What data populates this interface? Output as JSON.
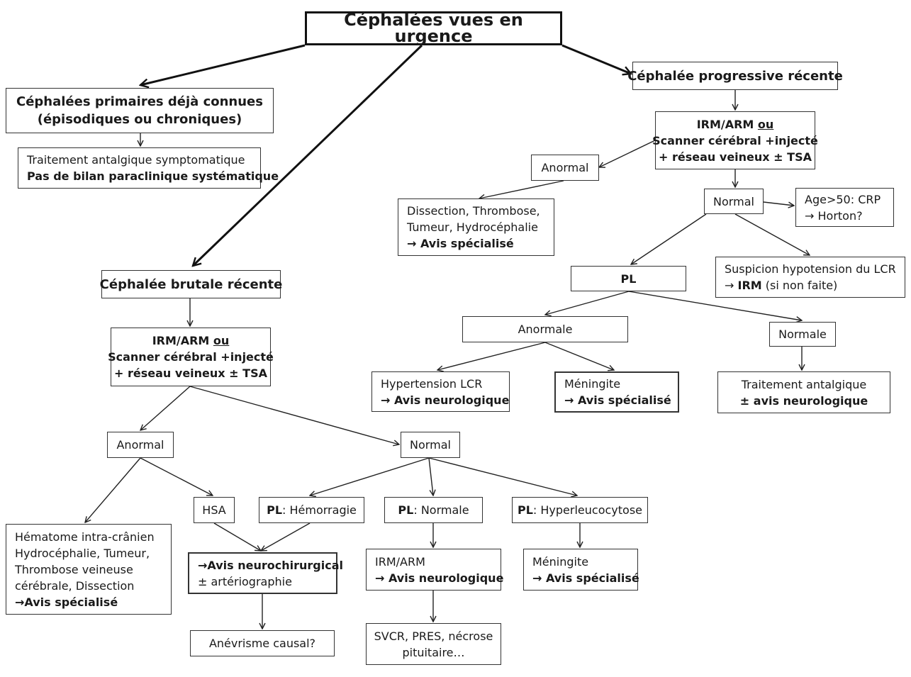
{
  "title": "Céphalées vues en urgence",
  "primaires": {
    "line1": "Céphalées primaires déjà connues",
    "line2": "(épisodiques ou chroniques)"
  },
  "traitement_primaire": {
    "line1": "Traitement antalgique symptomatique",
    "line2": "Pas de bilan paraclinique systématique"
  },
  "progressive": "Céphalée progressive récente",
  "imaging_right": {
    "line1_a": "IRM/ARM ",
    "line1_b": "ou",
    "line2": "Scanner cérébral +injecté",
    "line3": "+ réseau veineux ± TSA"
  },
  "anormal_right": "Anormal",
  "dissection": {
    "line1": "Dissection, Thrombose,",
    "line2": "Tumeur, Hydrocéphalie",
    "line3": "→ Avis spécialisé"
  },
  "normal_right": "Normal",
  "age": {
    "line1": "Age>50: CRP",
    "line2": "→ Horton?"
  },
  "pl_right": "PL",
  "suspicion": {
    "line1": "Suspicion hypotension du LCR",
    "line2_a": "→ ",
    "line2_b": "IRM",
    "line2_c": " (si non faite)"
  },
  "anormale": "Anormale",
  "normale": "Normale",
  "hypertension": {
    "line1": "Hypertension LCR",
    "line2": "→ Avis neurologique"
  },
  "meningite_right": {
    "line1": "Méningite",
    "line2": "→ Avis spécialisé"
  },
  "traitement_antalgique": {
    "line1": "Traitement antalgique",
    "line2": "± avis neurologique"
  },
  "brutale": "Céphalée brutale récente",
  "imaging_left": {
    "line1_a": "IRM/ARM ",
    "line1_b": "ou",
    "line2": "Scanner cérébral +injecté",
    "line3": "+ réseau veineux ± TSA"
  },
  "anormal_left": "Anormal",
  "normal_left": "Normal",
  "hematome": {
    "line1": "Hématome intra-crânien",
    "line2": "Hydrocéphalie, Tumeur,",
    "line3": "Thrombose veineuse",
    "line4": "cérébrale, Dissection",
    "line5": "→Avis spécialisé"
  },
  "hsa": "HSA",
  "pl_hemorragie": {
    "a": "PL",
    "b": ": Hémorragie"
  },
  "pl_normale": {
    "a": "PL",
    "b": ": Normale"
  },
  "pl_hyperleuco": {
    "a": "PL",
    "b": ": Hyperleucocytose"
  },
  "neurochir": {
    "line1": "→Avis neurochirurgical",
    "line2": "± artériographie"
  },
  "irm_arm": {
    "line1": "IRM/ARM",
    "line2": "→ Avis neurologique"
  },
  "meningite_left": {
    "line1": "Méningite",
    "line2": "→ Avis spécialisé"
  },
  "anevrisme": "Anévrisme causal?",
  "svcr": {
    "line1": "SVCR, PRES, nécrose",
    "line2": "pituitaire…"
  }
}
